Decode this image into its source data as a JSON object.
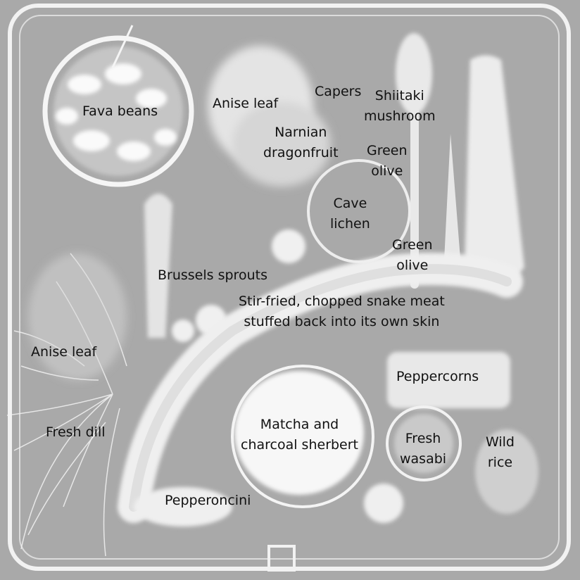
{
  "labels": {
    "fava_beans": "Fava beans",
    "anise_leaf_top": "Anise leaf",
    "capers": "Capers",
    "shiitaki": [
      "Shiitaki",
      "mushroom"
    ],
    "narnian": [
      "Narnian",
      "dragonfruit"
    ],
    "green_olive_top": [
      "Green",
      "olive"
    ],
    "cave_lichen": [
      "Cave",
      "lichen"
    ],
    "green_olive_bottom": [
      "Green",
      "olive"
    ],
    "brussels_sprouts": "Brussels sprouts",
    "snake_meat": [
      "Stir-fried, chopped snake meat",
      "stuffed back into its own skin"
    ],
    "anise_leaf_left": "Anise leaf",
    "fresh_dill": "Fresh dill",
    "peppercorns": "Peppercorns",
    "matcha": [
      "Matcha and",
      "charcoal sherbert"
    ],
    "wasabi": [
      "Fresh",
      "wasabi"
    ],
    "wild_rice": [
      "Wild",
      "rice"
    ],
    "pepperoncini": "Pepperoncini"
  }
}
